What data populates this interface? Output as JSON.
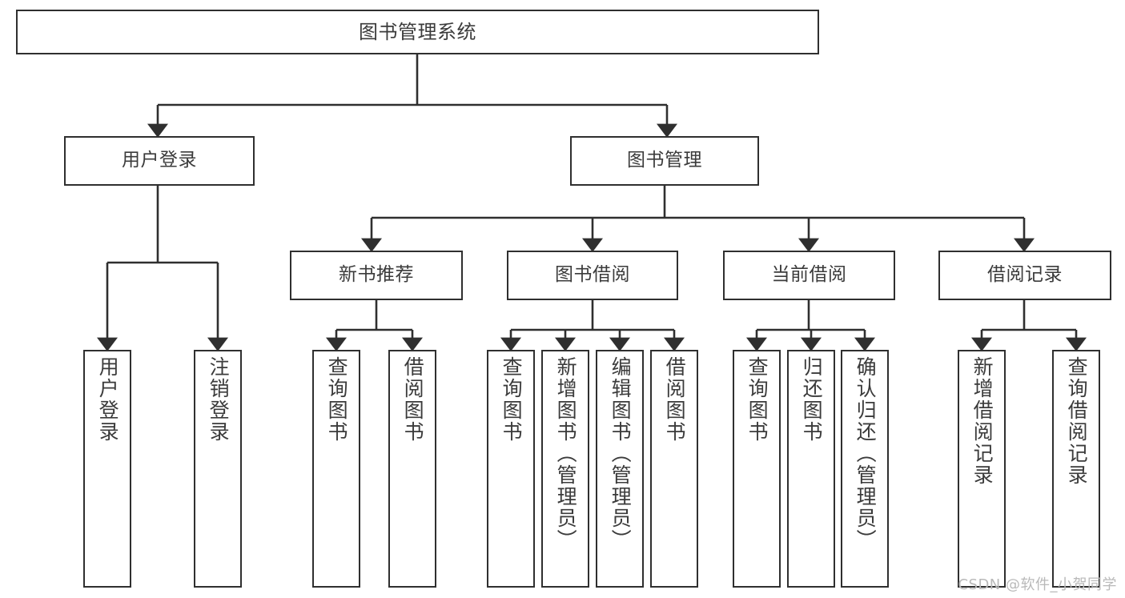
{
  "diagram": {
    "title": "图书管理系统",
    "type": "tree-hierarchy",
    "colors": {
      "box_border": "#2f2f2f",
      "box_fill": "#ffffff",
      "text": "#3b3b3b",
      "edge": "#2f2f2f",
      "watermark": "#b9b9b9"
    },
    "root": {
      "label": "图书管理系统"
    },
    "level2": [
      {
        "id": "user-login",
        "label": "用户登录"
      },
      {
        "id": "book-manage",
        "label": "图书管理"
      }
    ],
    "level3": [
      {
        "id": "new-book-recommend",
        "label": "新书推荐"
      },
      {
        "id": "book-borrow",
        "label": "图书借阅"
      },
      {
        "id": "current-borrow",
        "label": "当前借阅"
      },
      {
        "id": "borrow-record",
        "label": "借阅记录"
      }
    ],
    "leaves": [
      {
        "id": "leaf-user-login",
        "label": "用户登录",
        "parent": "user-login"
      },
      {
        "id": "leaf-logout-login",
        "label": "注销登录",
        "parent": "user-login"
      },
      {
        "id": "leaf-query-book-1",
        "label": "查询图书",
        "parent": "new-book-recommend"
      },
      {
        "id": "leaf-borrow-book-1",
        "label": "借阅图书",
        "parent": "new-book-recommend"
      },
      {
        "id": "leaf-query-book-2",
        "label": "查询图书",
        "parent": "book-borrow"
      },
      {
        "id": "leaf-add-book",
        "label": "新增图书（管理员）",
        "parent": "book-borrow"
      },
      {
        "id": "leaf-edit-book",
        "label": "编辑图书（管理员）",
        "parent": "book-borrow"
      },
      {
        "id": "leaf-borrow-book-2",
        "label": "借阅图书",
        "parent": "book-borrow"
      },
      {
        "id": "leaf-query-book-3",
        "label": "查询图书",
        "parent": "current-borrow"
      },
      {
        "id": "leaf-return-book",
        "label": "归还图书",
        "parent": "current-borrow"
      },
      {
        "id": "leaf-confirm-return",
        "label": "确认归还（管理员）",
        "parent": "current-borrow"
      },
      {
        "id": "leaf-add-record",
        "label": "新增借阅记录",
        "parent": "borrow-record"
      },
      {
        "id": "leaf-query-record",
        "label": "查询借阅记录",
        "parent": "borrow-record"
      }
    ],
    "watermark": "CSDN @软件_小贺同学"
  }
}
